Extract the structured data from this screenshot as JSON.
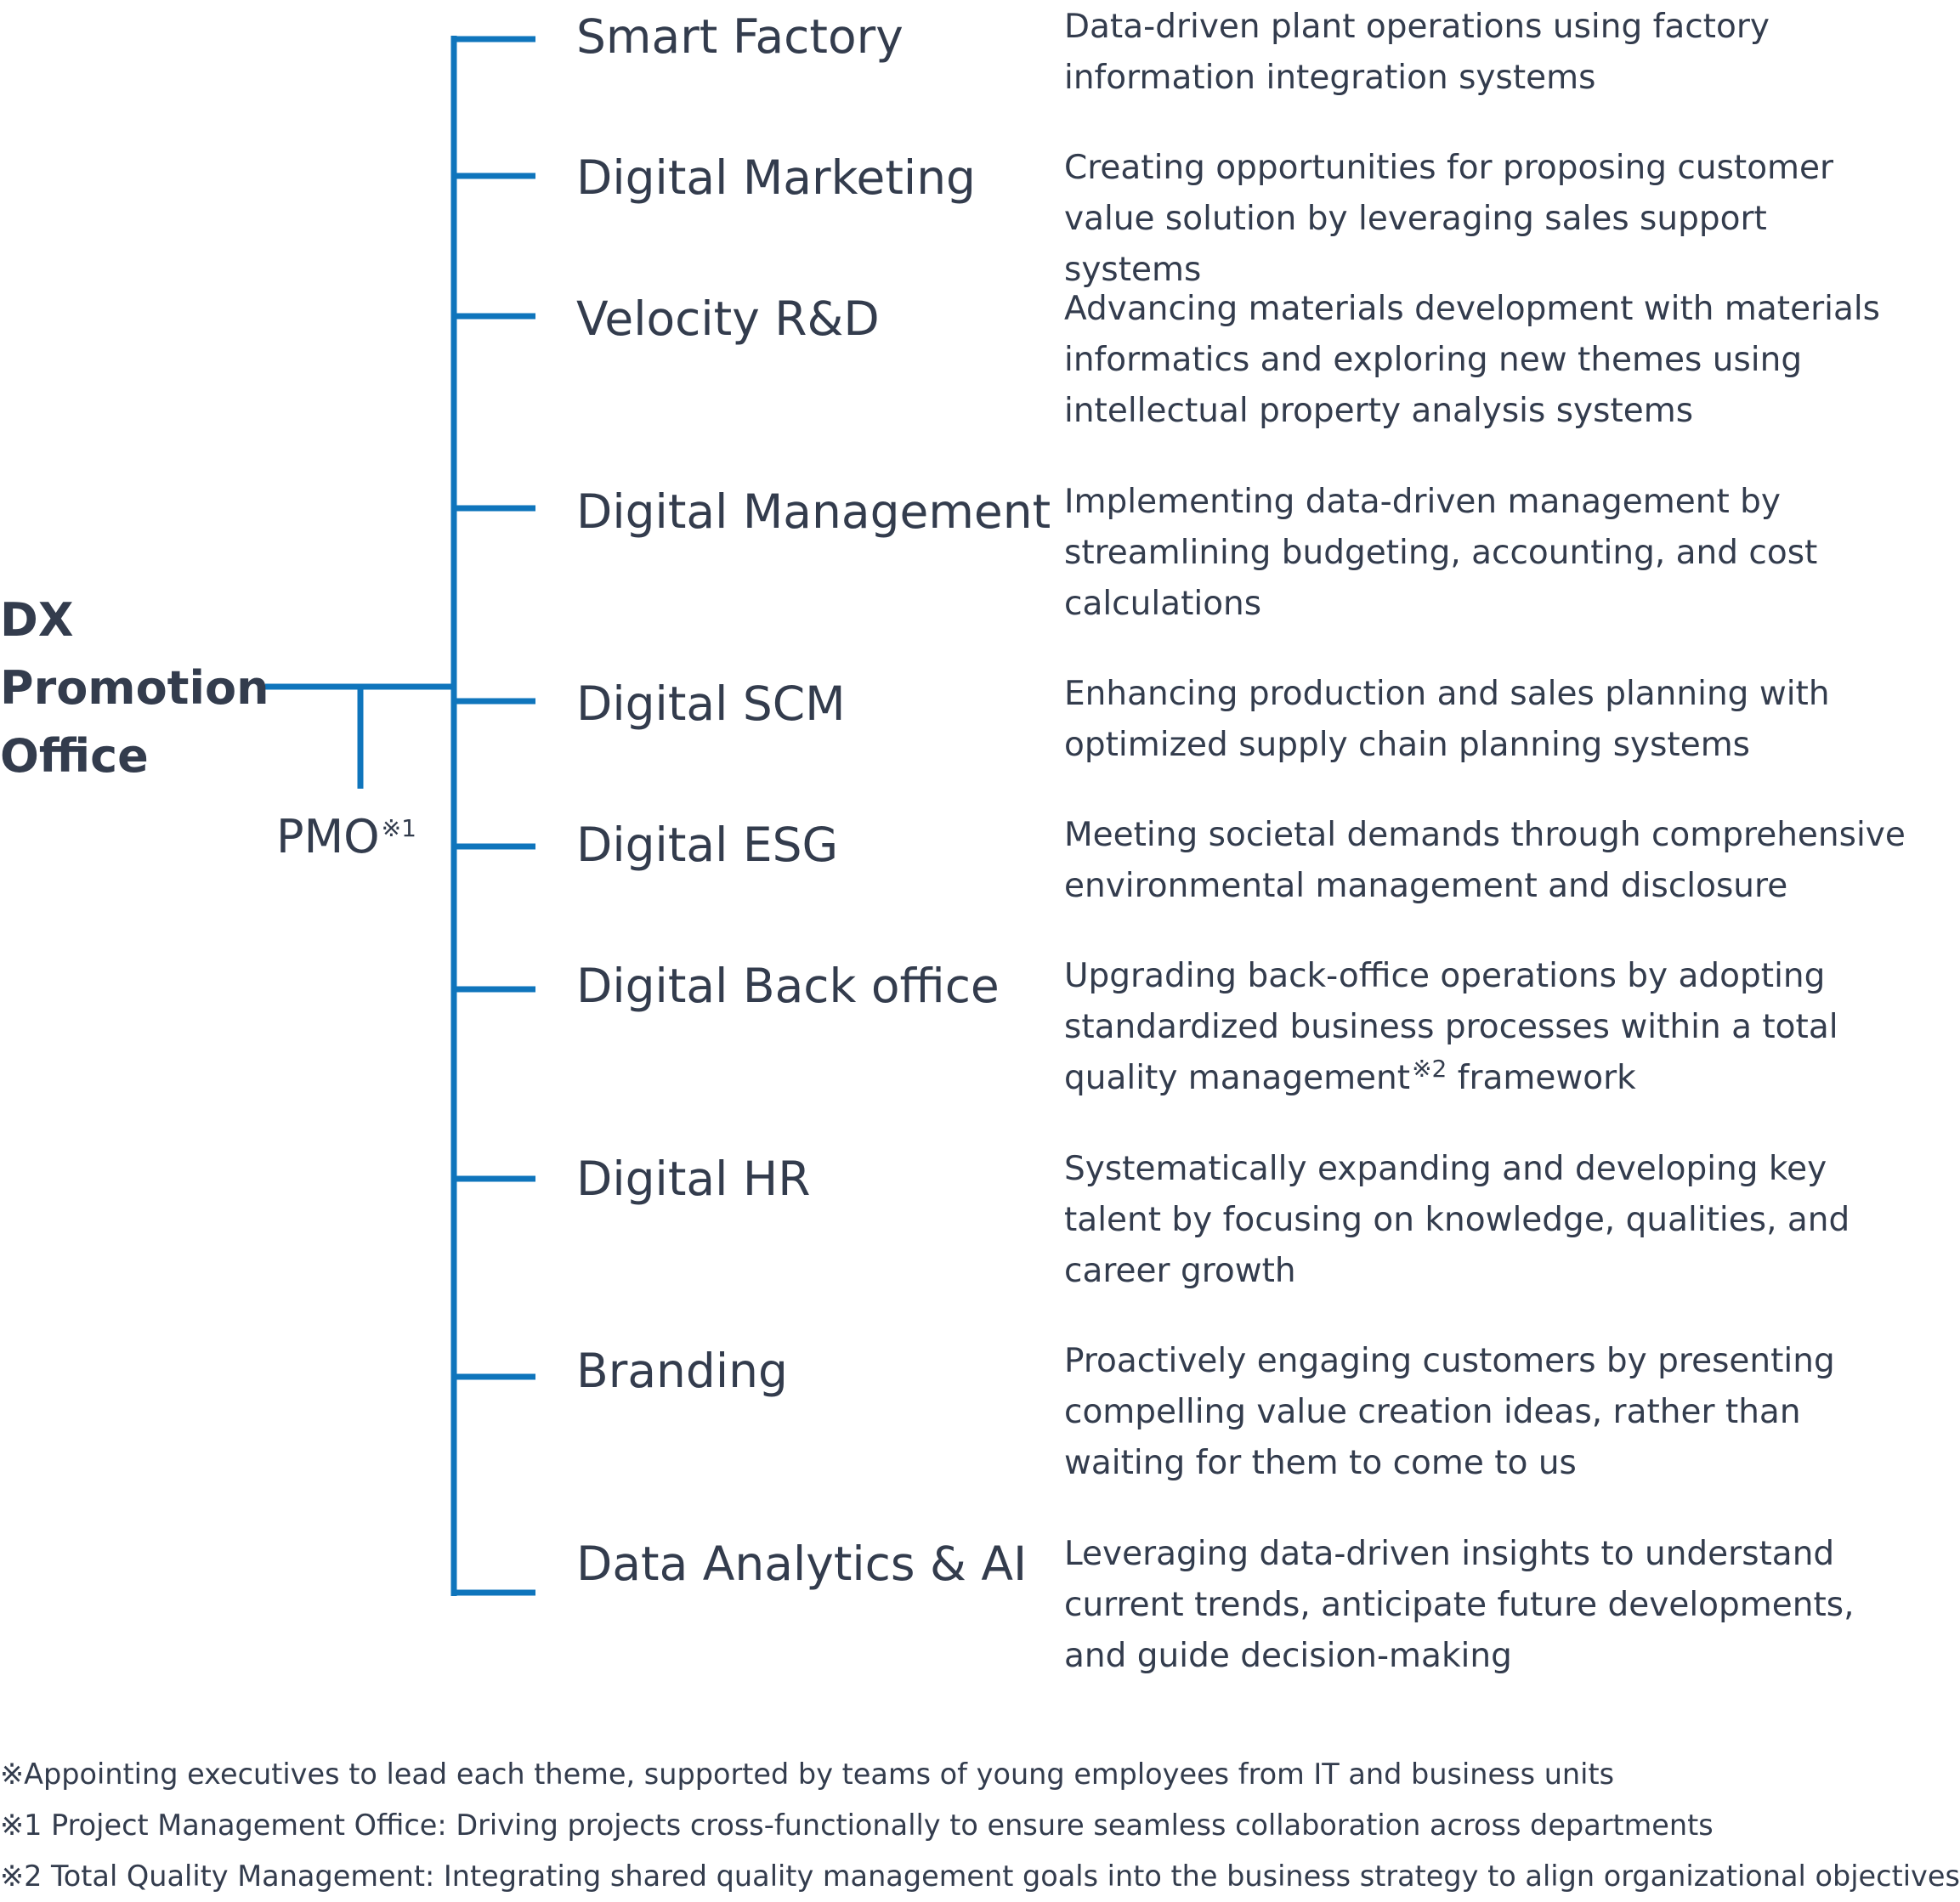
{
  "line_color": "#0f75bc",
  "text_color": "#333c4d",
  "org": {
    "title_lines": [
      "DX",
      "Promotion",
      "Office"
    ],
    "pmo_label": "PMO",
    "pmo_note": "※1"
  },
  "themes": [
    {
      "name": "Smart Factory",
      "description": "Data-driven plant operations using factory information integration systems"
    },
    {
      "name": "Digital Marketing",
      "description": "Creating opportunities for proposing customer value solution by leveraging sales support systems"
    },
    {
      "name": "Velocity R&D",
      "description": "Advancing materials development with materials informatics and exploring new themes using intellectual property analysis systems"
    },
    {
      "name": "Digital Management",
      "description": "Implementing data-driven management by streamlining budgeting, accounting, and cost calculations"
    },
    {
      "name": "Digital SCM",
      "description": "Enhancing production and sales planning with optimized supply chain planning systems"
    },
    {
      "name": "Digital ESG",
      "description": "Meeting societal demands through comprehensive environmental management and disclosure"
    },
    {
      "name": "Digital Back office",
      "description_before": "Upgrading back-office operations by adopting standardized business processes within a total quality management",
      "description_note": "※2",
      "description_after": " framework"
    },
    {
      "name": "Digital HR",
      "description": "Systematically expanding and developing key talent by focusing on knowledge, qualities, and career growth"
    },
    {
      "name": "Branding",
      "description": "Proactively engaging customers by presenting compelling value creation ideas, rather than waiting for them to come to us"
    },
    {
      "name": "Data Analytics & AI",
      "description": "Leveraging data-driven insights to understand current trends, anticipate future developments, and guide decision-making"
    }
  ],
  "footnotes": [
    "※Appointing executives to lead each theme, supported by teams of young employees from IT and business units",
    "※1 Project Management Office: Driving projects cross-functionally to ensure seamless collaboration across departments",
    "※2 Total Quality Management: Integrating shared quality management goals into the business strategy to align organizational objectives"
  ]
}
